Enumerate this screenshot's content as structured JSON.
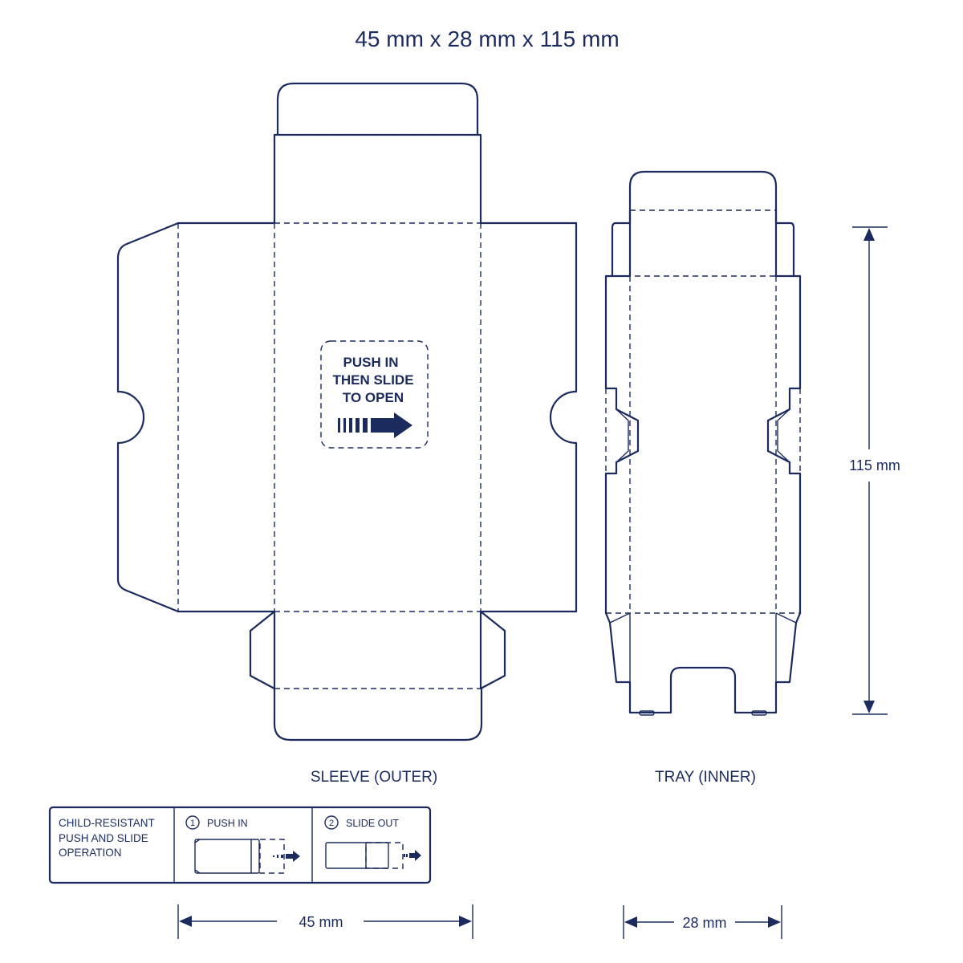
{
  "title": "45 mm x 28 mm x 115 mm",
  "sleeve": {
    "label": "SLEEVE (OUTER)",
    "instruction": [
      "PUSH IN",
      "THEN SLIDE",
      "TO OPEN"
    ]
  },
  "tray": {
    "label": "TRAY (INNER)"
  },
  "legend": {
    "heading": [
      "CHILD-RESISTANT",
      "PUSH AND SLIDE",
      "OPERATION"
    ],
    "step1_number": "1",
    "step1_label": "PUSH IN",
    "step2_number": "2",
    "step2_label": "SLIDE OUT"
  },
  "dimensions": {
    "width": "45 mm",
    "depth": "28 mm",
    "height": "115 mm"
  },
  "colors": {
    "ink": "#1b2b5e",
    "background": "#ffffff"
  }
}
